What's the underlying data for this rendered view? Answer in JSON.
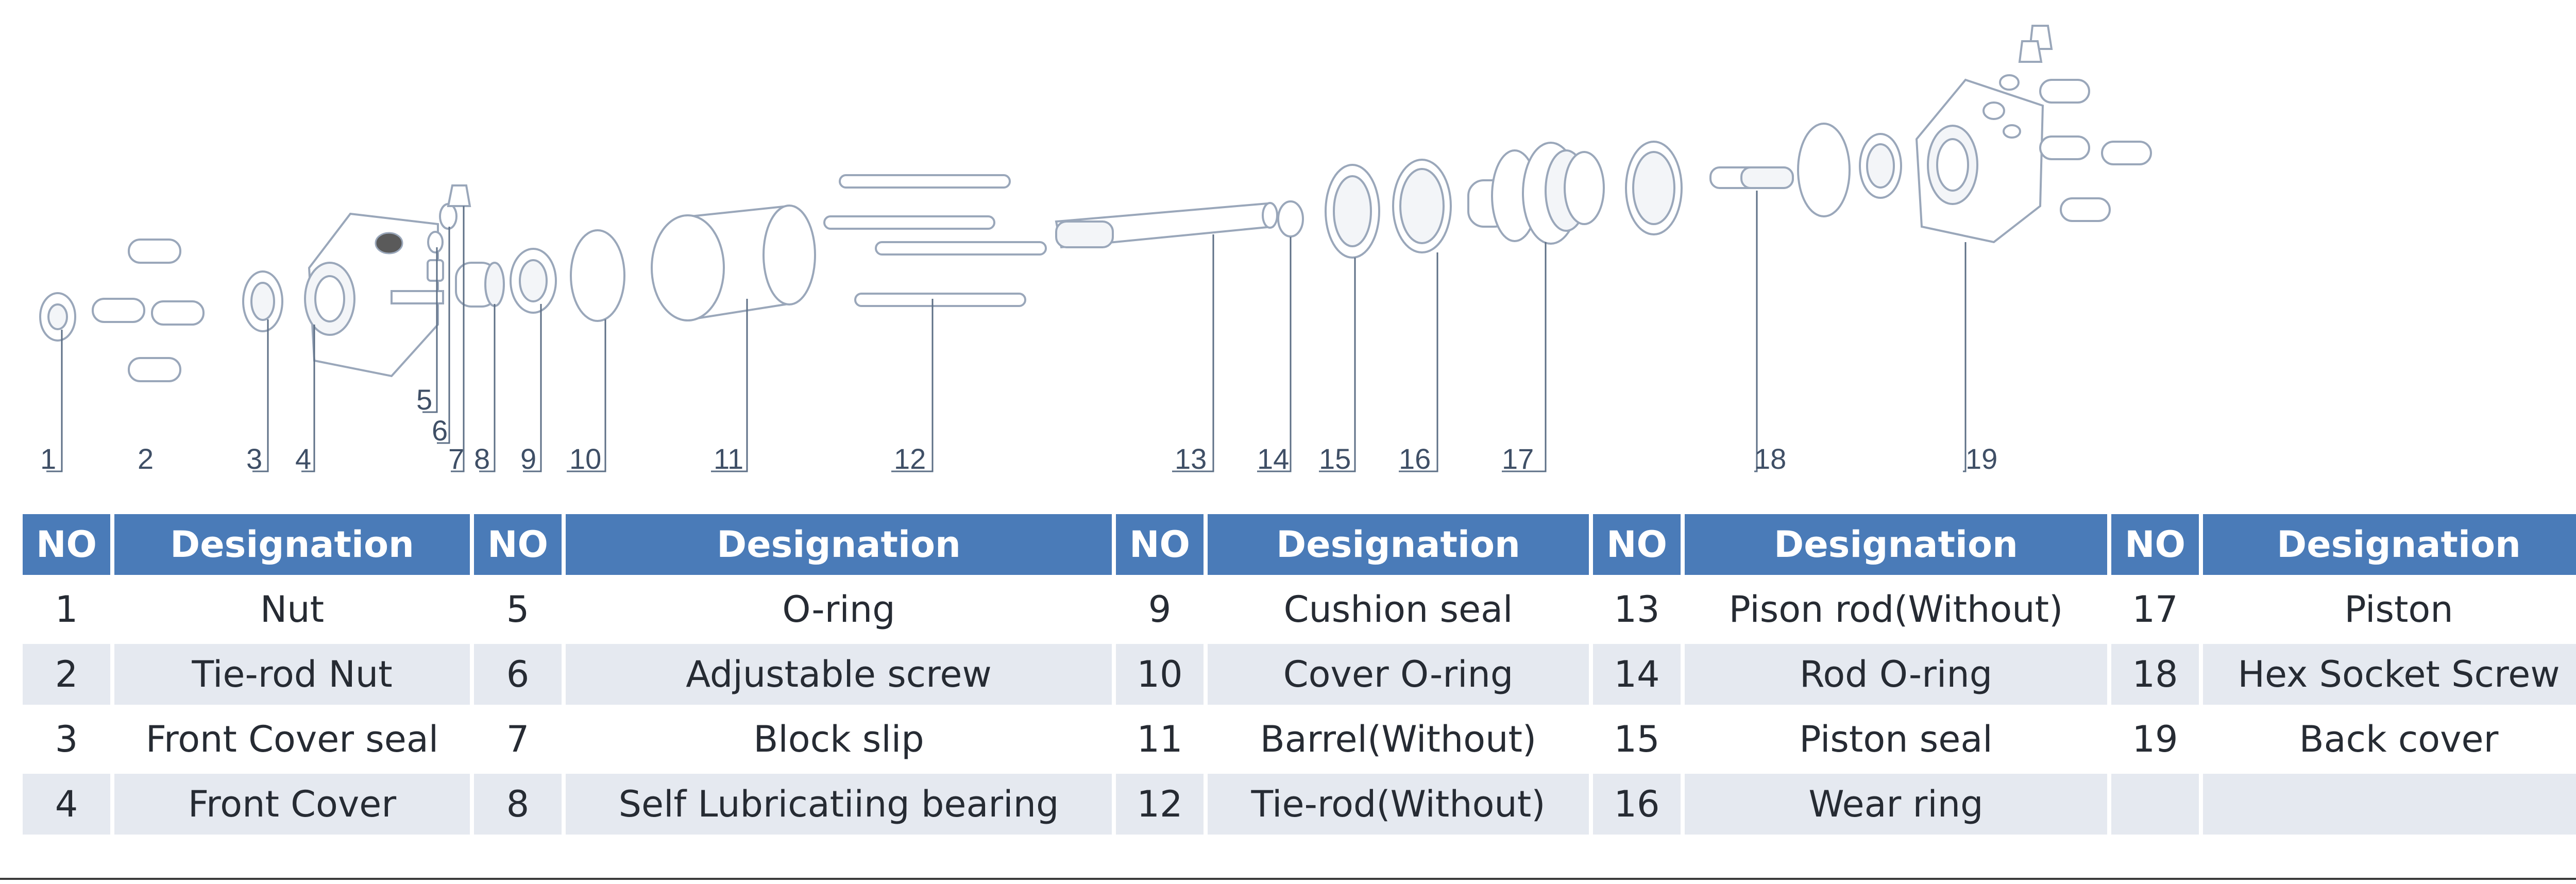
{
  "diagram": {
    "callouts": [
      "1",
      "2",
      "3",
      "4",
      "5",
      "6",
      "7",
      "8",
      "9",
      "10",
      "11",
      "12",
      "13",
      "14",
      "15",
      "16",
      "17",
      "18",
      "19"
    ]
  },
  "table": {
    "header": {
      "no": "NO",
      "designation": "Designation"
    },
    "rows": [
      [
        {
          "no": "1",
          "name": "Nut"
        },
        {
          "no": "5",
          "name": "O-ring"
        },
        {
          "no": "9",
          "name": "Cushion seal"
        },
        {
          "no": "13",
          "name": "Pison rod(Without)"
        },
        {
          "no": "17",
          "name": "Piston"
        }
      ],
      [
        {
          "no": "2",
          "name": "Tie-rod Nut"
        },
        {
          "no": "6",
          "name": "Adjustable screw"
        },
        {
          "no": "10",
          "name": "Cover O-ring"
        },
        {
          "no": "14",
          "name": "Rod O-ring"
        },
        {
          "no": "18",
          "name": "Hex Socket Screw"
        }
      ],
      [
        {
          "no": "3",
          "name": "Front Cover seal"
        },
        {
          "no": "7",
          "name": "Block slip"
        },
        {
          "no": "11",
          "name": "Barrel(Without)"
        },
        {
          "no": "15",
          "name": "Piston seal"
        },
        {
          "no": "19",
          "name": "Back cover"
        }
      ],
      [
        {
          "no": "4",
          "name": "Front Cover"
        },
        {
          "no": "8",
          "name": "Self Lubricatiing bearing"
        },
        {
          "no": "12",
          "name": "Tie-rod(Without)"
        },
        {
          "no": "16",
          "name": "Wear ring"
        },
        {
          "no": "",
          "name": ""
        }
      ]
    ]
  }
}
